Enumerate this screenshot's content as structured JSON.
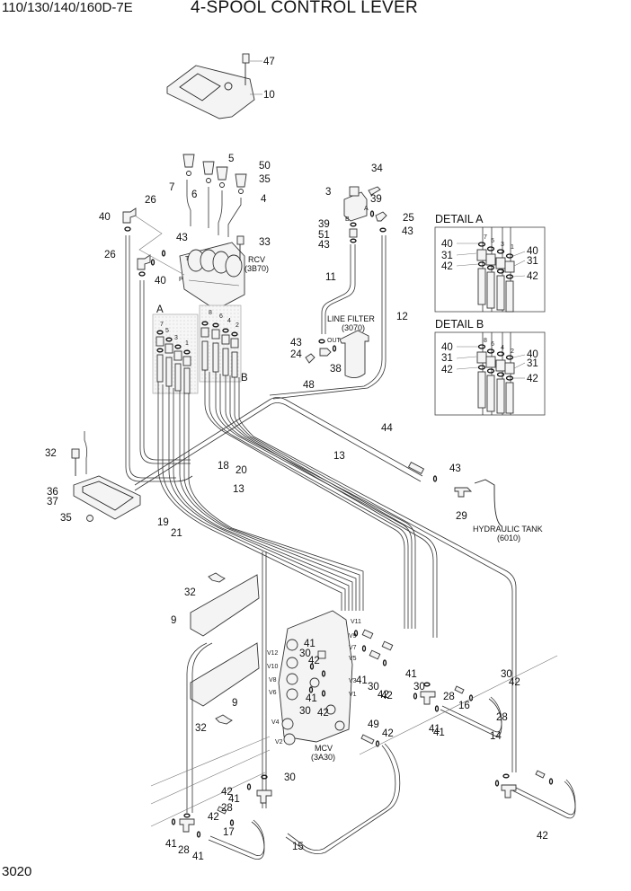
{
  "header": {
    "model": "110/130/140/160D-7E",
    "title": "4-SPOOL CONTROL LEVER"
  },
  "footer": {
    "page_number": "3020"
  },
  "assemblies": {
    "rcv": {
      "name": "RCV",
      "code": "(3B70)"
    },
    "line_filter": {
      "name": "LINE FILTER",
      "code": "(3070)"
    },
    "hydraulic_tank": {
      "name": "HYDRAULIC TANK",
      "code": "(6010)"
    },
    "mcv": {
      "name": "MCV",
      "code": "(3A30)"
    }
  },
  "details": {
    "a": {
      "title": "DETAIL A",
      "ports": [
        "7",
        "5",
        "3",
        "1"
      ],
      "labels": [
        "40",
        "31",
        "42",
        "40",
        "31",
        "42"
      ]
    },
    "b": {
      "title": "DETAIL B",
      "ports": [
        "8",
        "6",
        "4",
        "2"
      ],
      "labels": [
        "40",
        "31",
        "42",
        "40",
        "31",
        "42"
      ]
    }
  },
  "group_labels": {
    "a": "A",
    "b": "B"
  },
  "port_marks": {
    "rcv_t": "T",
    "rcv_p": "P",
    "valve_a": "A",
    "valve_b": "B",
    "filter_out": "OUT",
    "mcv": [
      "V11",
      "V9",
      "V7",
      "V5",
      "V12",
      "V10",
      "V8",
      "V6",
      "V3",
      "V1",
      "V4",
      "V2"
    ],
    "group_a": [
      "7",
      "5",
      "3",
      "1"
    ],
    "group_b": [
      "8",
      "6",
      "4",
      "2"
    ]
  },
  "callouts": [
    "47",
    "10",
    "5",
    "50",
    "7",
    "6",
    "35",
    "4",
    "26",
    "40",
    "43",
    "33",
    "26",
    "40",
    "34",
    "3",
    "39",
    "39",
    "25",
    "51",
    "43",
    "43",
    "11",
    "12",
    "43",
    "24",
    "38",
    "48",
    "44",
    "18",
    "20",
    "13",
    "43",
    "32",
    "36",
    "37",
    "35",
    "13",
    "19",
    "21",
    "29",
    "32",
    "9",
    "9",
    "32",
    "41",
    "30",
    "42",
    "41",
    "30",
    "42",
    "41",
    "30",
    "42",
    "41",
    "30",
    "42",
    "49",
    "42",
    "41",
    "28",
    "16",
    "30",
    "42",
    "41",
    "28",
    "14",
    "42",
    "30",
    "42",
    "41",
    "28",
    "15",
    "17",
    "42",
    "41",
    "28",
    "41"
  ]
}
